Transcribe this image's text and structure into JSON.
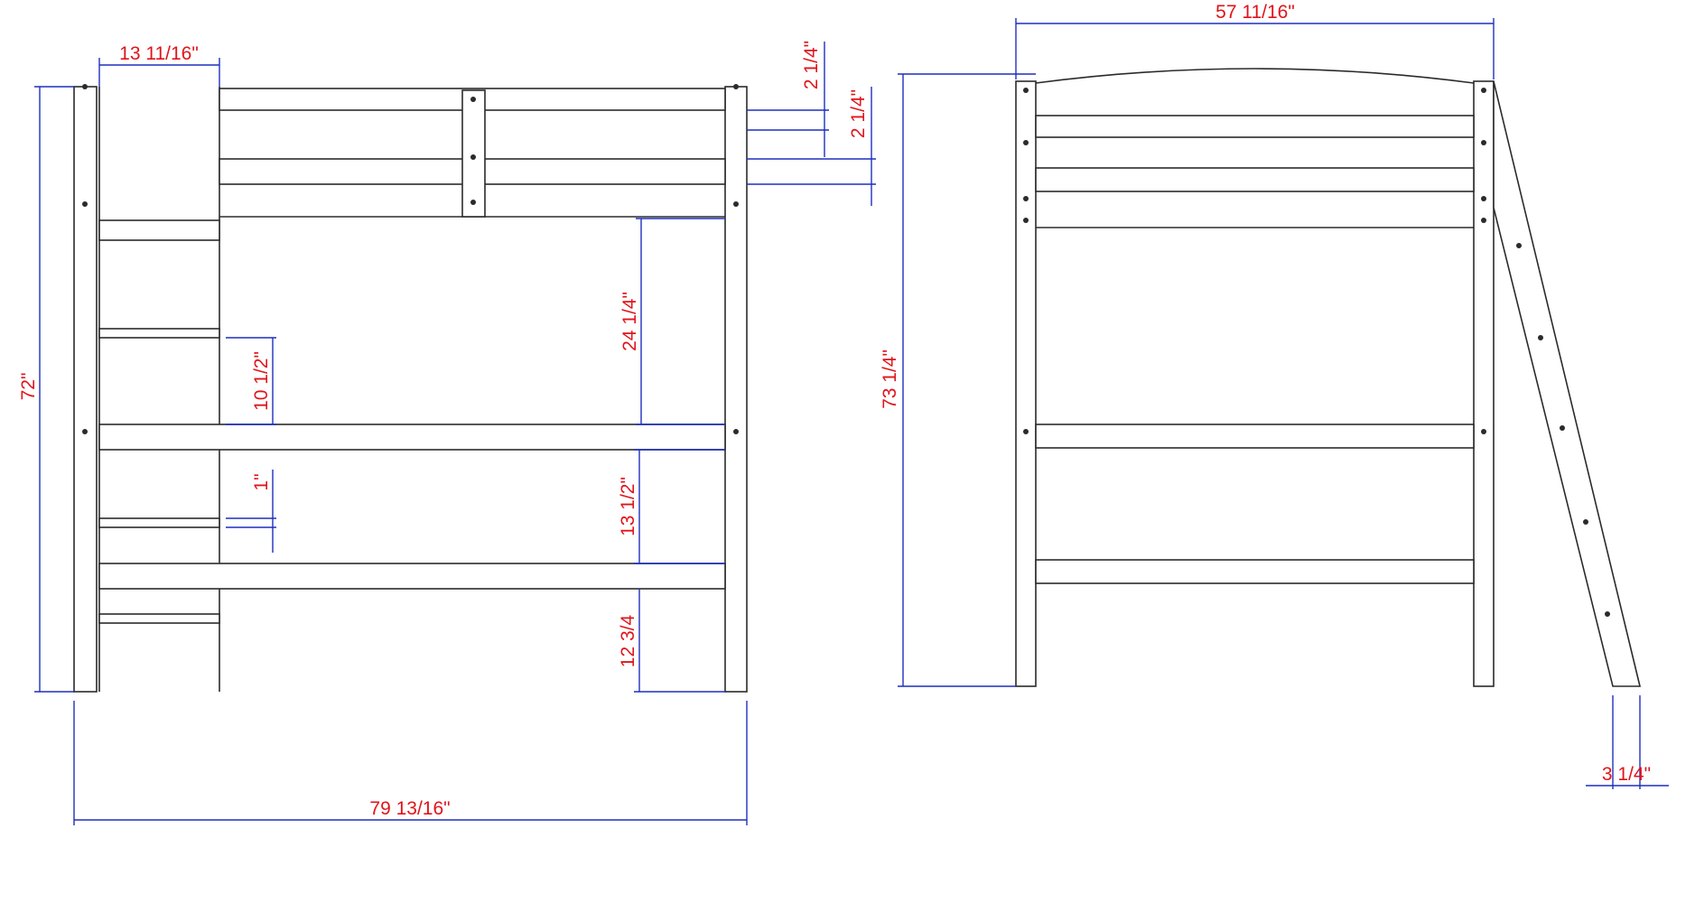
{
  "colors": {
    "outline": "#2b2b2b",
    "dimension_line": "#1f2fbf",
    "dimension_text": "#e0141b",
    "background": "#ffffff"
  },
  "dimensions": {
    "ladder_width": "13 11/16\"",
    "total_height": "72\"",
    "rung_gap": "10 1/2\"",
    "rung_thickness": "1\"",
    "guardrail_gap_1": "2 1/4\"",
    "guardrail_gap_2": "2 1/4\"",
    "upper_clearance": "24 1/4\"",
    "lower_clearance": "13 1/2\"",
    "floor_clearance": "12 3/4",
    "total_length": "79 13/16\"",
    "end_width": "57 11/16\"",
    "end_height": "73 1/4\"",
    "ladder_foot": "3 1/4\""
  }
}
